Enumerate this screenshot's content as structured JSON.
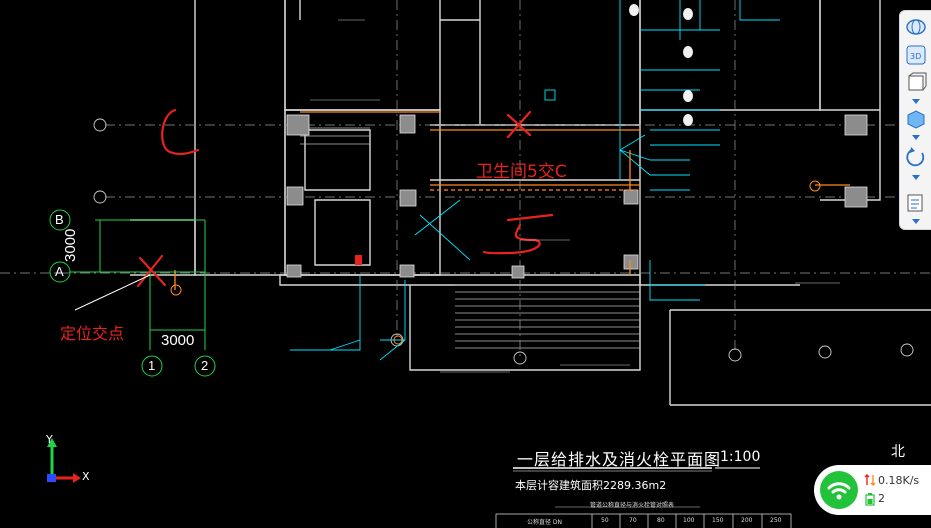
{
  "drawing": {
    "title": "一层给排水及消火栓平面图",
    "scale": "1:100",
    "area_text": "本层计容建筑面积2289.36m2",
    "north_label": "北",
    "table_caption": "管道公称直径与消火栓管对照表",
    "table_header": [
      "公称直径 DN",
      "50",
      "70",
      "80",
      "100",
      "150",
      "200",
      "250"
    ]
  },
  "annotations": {
    "locator_label": "定位交点",
    "room_note": "卫生间5交C",
    "dim_vertical": "3000",
    "dim_horizontal": "3000"
  },
  "grid": {
    "axis_b": "B",
    "axis_a": "A",
    "axis_1": "1",
    "axis_2": "2"
  },
  "ucs": {
    "x": "X",
    "y": "Y"
  },
  "network": {
    "speed": "0.18K/s",
    "count": "2"
  },
  "colors": {
    "background": "#000000",
    "annotation_red": "#e8231e",
    "grid_green": "#1fd34b",
    "pipe_cyan": "#00e5ff",
    "pipe_orange": "#ff8a1e",
    "wall_white": "#e6e6e6"
  },
  "icons": [
    "view-cube-icon",
    "3d-view-icon",
    "box-icon",
    "cube-icon",
    "orbit-icon",
    "layers-icon",
    "wifi-icon",
    "upload-download-icon",
    "battery-icon"
  ]
}
